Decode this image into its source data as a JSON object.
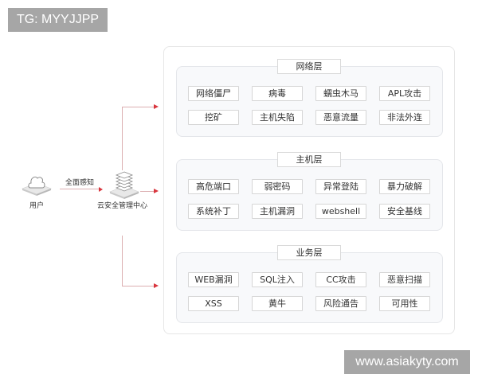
{
  "watermarks": {
    "top": "TG: MYYJJPP",
    "bottom": "www.asiakyty.com"
  },
  "left": {
    "user_label": "用户",
    "flow_label": "全面感知",
    "center_label": "云安全管理中心",
    "icons": {
      "user": "cloud-user-icon",
      "center": "server-stack-icon"
    }
  },
  "colors": {
    "connector_line": "#dcaeb0",
    "arrowhead": "#d9363e",
    "section_bg": "#f8f9fb",
    "border": "#d6d6d6"
  },
  "layers": [
    {
      "title": "网络层",
      "items": [
        [
          "网络僵尸",
          "病毒",
          "蠕虫木马",
          "APL攻击"
        ],
        [
          "挖矿",
          "主机失陷",
          "恶意流量",
          "非法外连"
        ]
      ]
    },
    {
      "title": "主机层",
      "items": [
        [
          "高危端口",
          "弱密码",
          "异常登陆",
          "暴力破解"
        ],
        [
          "系统补丁",
          "主机漏洞",
          "webshell",
          "安全基线"
        ]
      ]
    },
    {
      "title": "业务层",
      "items": [
        [
          "WEB漏洞",
          "SQL注入",
          "CC攻击",
          "恶意扫描"
        ],
        [
          "XSS",
          "黄牛",
          "风险通告",
          "可用性"
        ]
      ]
    }
  ]
}
